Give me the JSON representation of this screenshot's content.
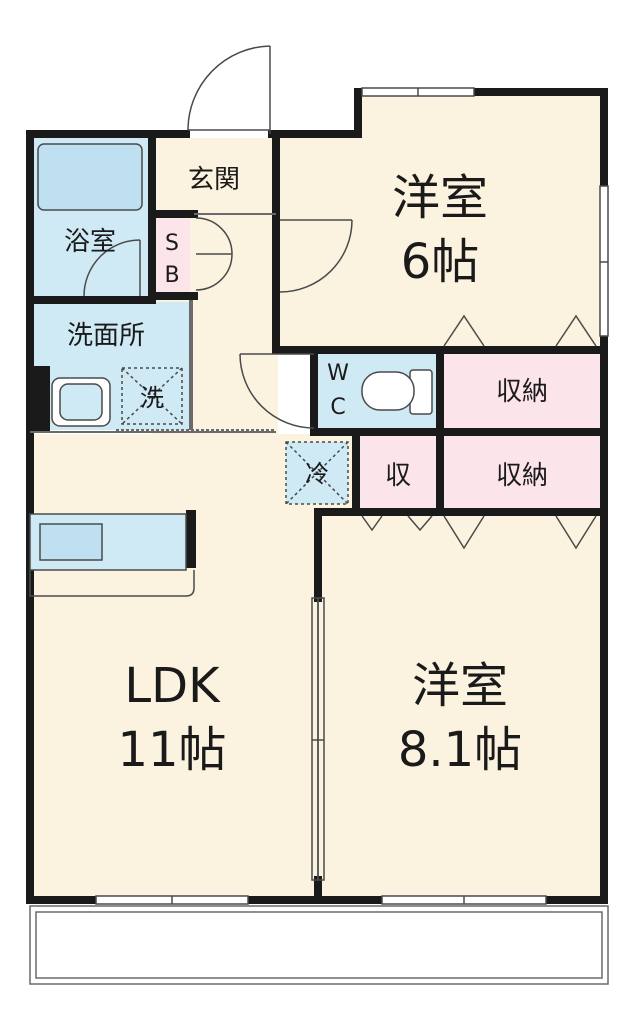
{
  "rooms": {
    "entrance": "玄関",
    "bath": "浴室",
    "shoe_box_s": "S",
    "shoe_box_b": "B",
    "washroom": "洗面所",
    "washer": "洗",
    "wc_w": "W",
    "wc_c": "C",
    "fridge": "冷",
    "storage_small": "収",
    "storage_upper": "収納",
    "storage_lower": "収納",
    "western_top_name": "洋室",
    "western_top_size": "6帖",
    "ldk_name": "LDK",
    "ldk_size": "11帖",
    "western_bottom_name": "洋室",
    "western_bottom_size": "8.1帖"
  },
  "colors": {
    "floor": "#fbf3df",
    "wet_area": "#cfe9f5",
    "storage": "#fbe4ea",
    "wall": "#1a1a1a",
    "fixture_line": "#4a4a4a"
  }
}
